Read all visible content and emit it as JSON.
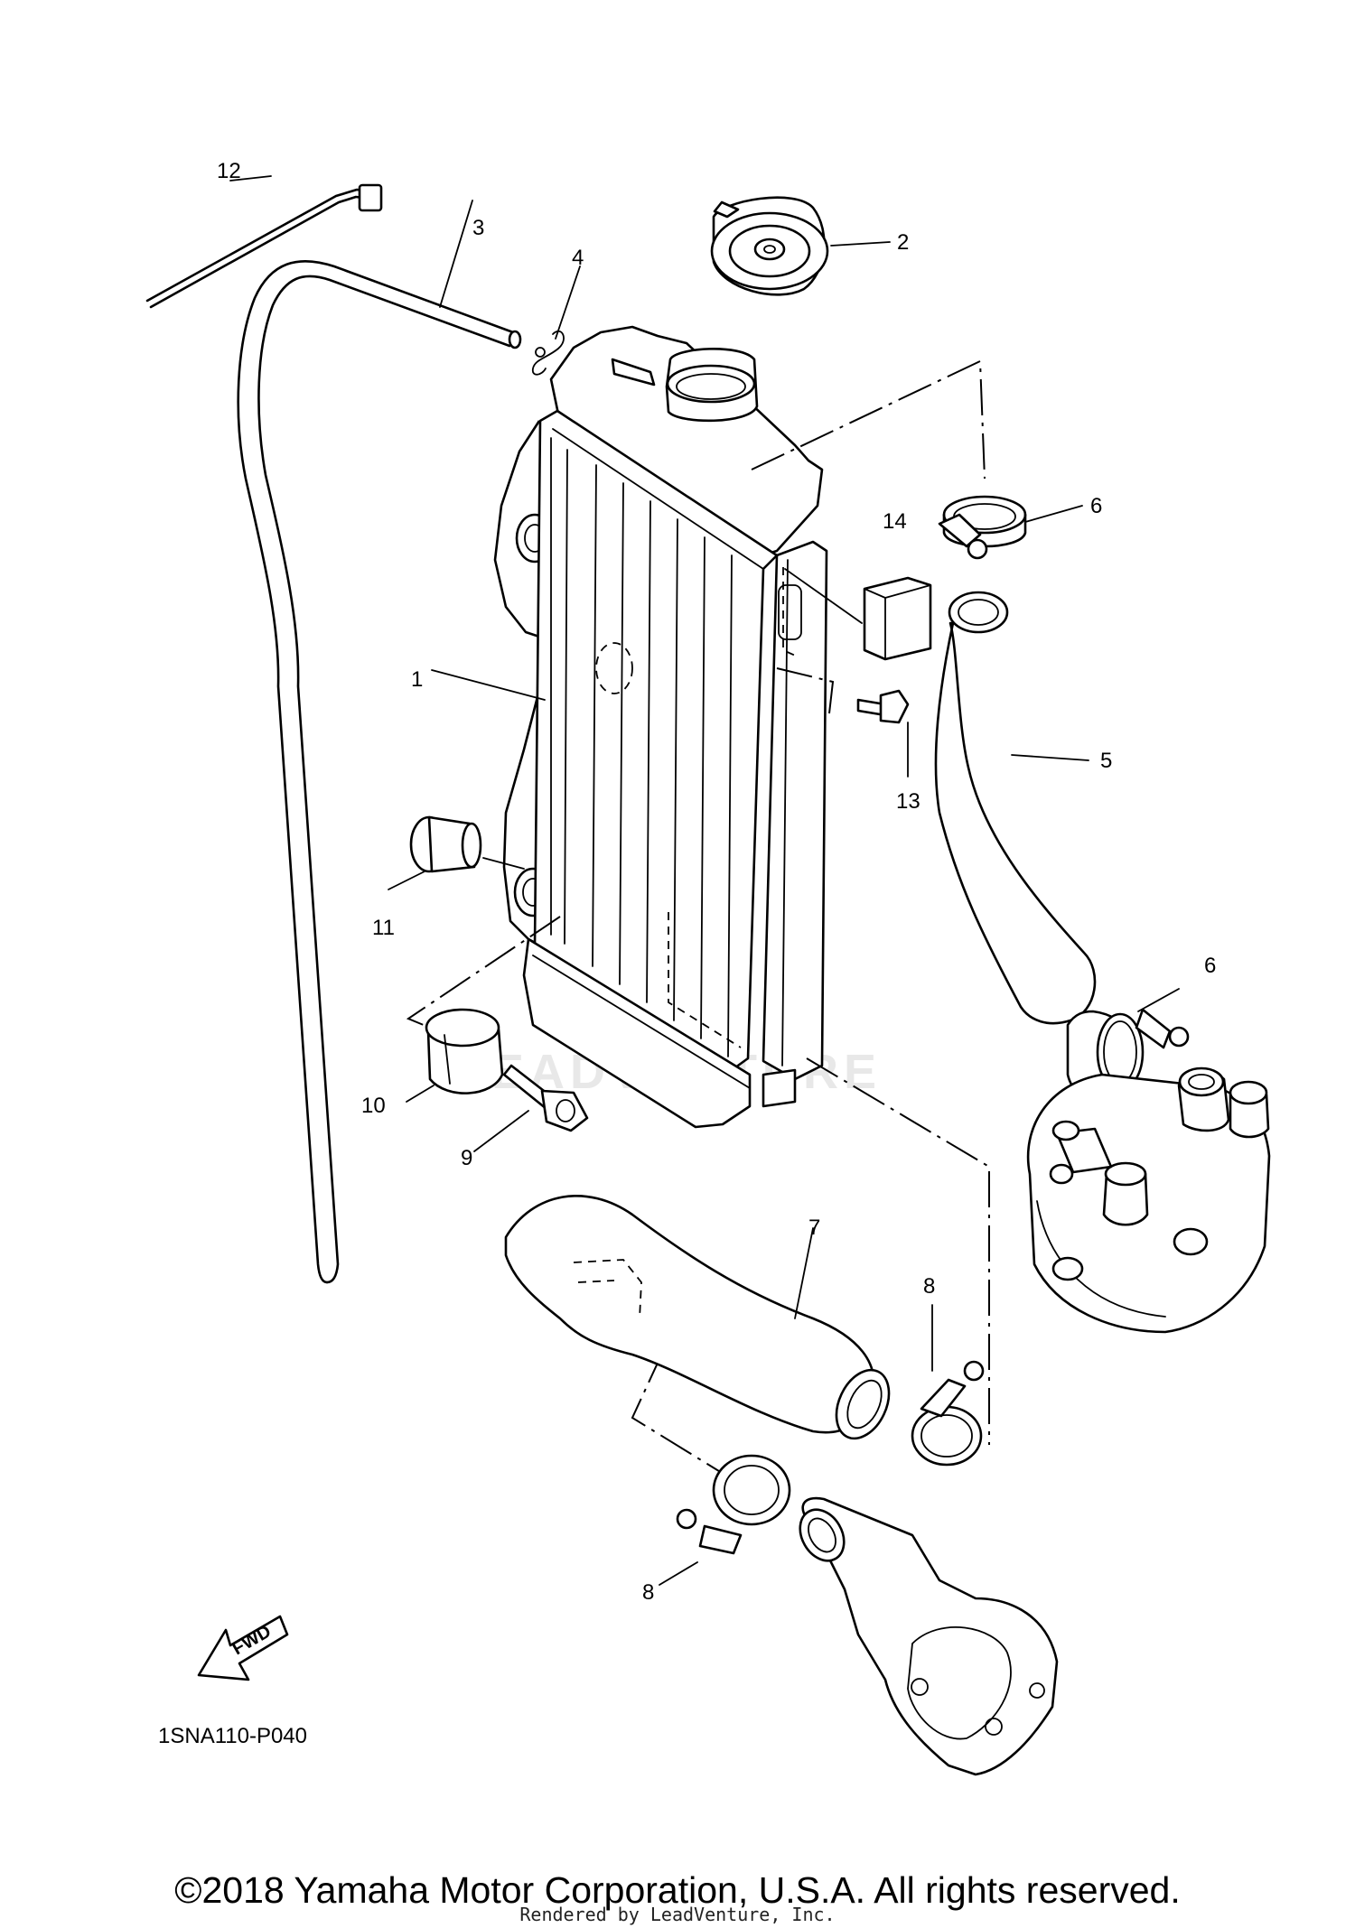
{
  "diagram": {
    "drawing_code": "1SNA110-P040",
    "fwd_label": "FWD",
    "callouts": [
      "1",
      "2",
      "3",
      "4",
      "5",
      "6",
      "6",
      "7",
      "8",
      "8",
      "9",
      "10",
      "11",
      "12",
      "13",
      "14"
    ]
  },
  "footer": {
    "copyright": "©2018 Yamaha Motor Corporation, U.S.A. All rights reserved.",
    "rendered_by": "Rendered by LeadVenture, Inc."
  },
  "watermark": "LEADVENTURE"
}
